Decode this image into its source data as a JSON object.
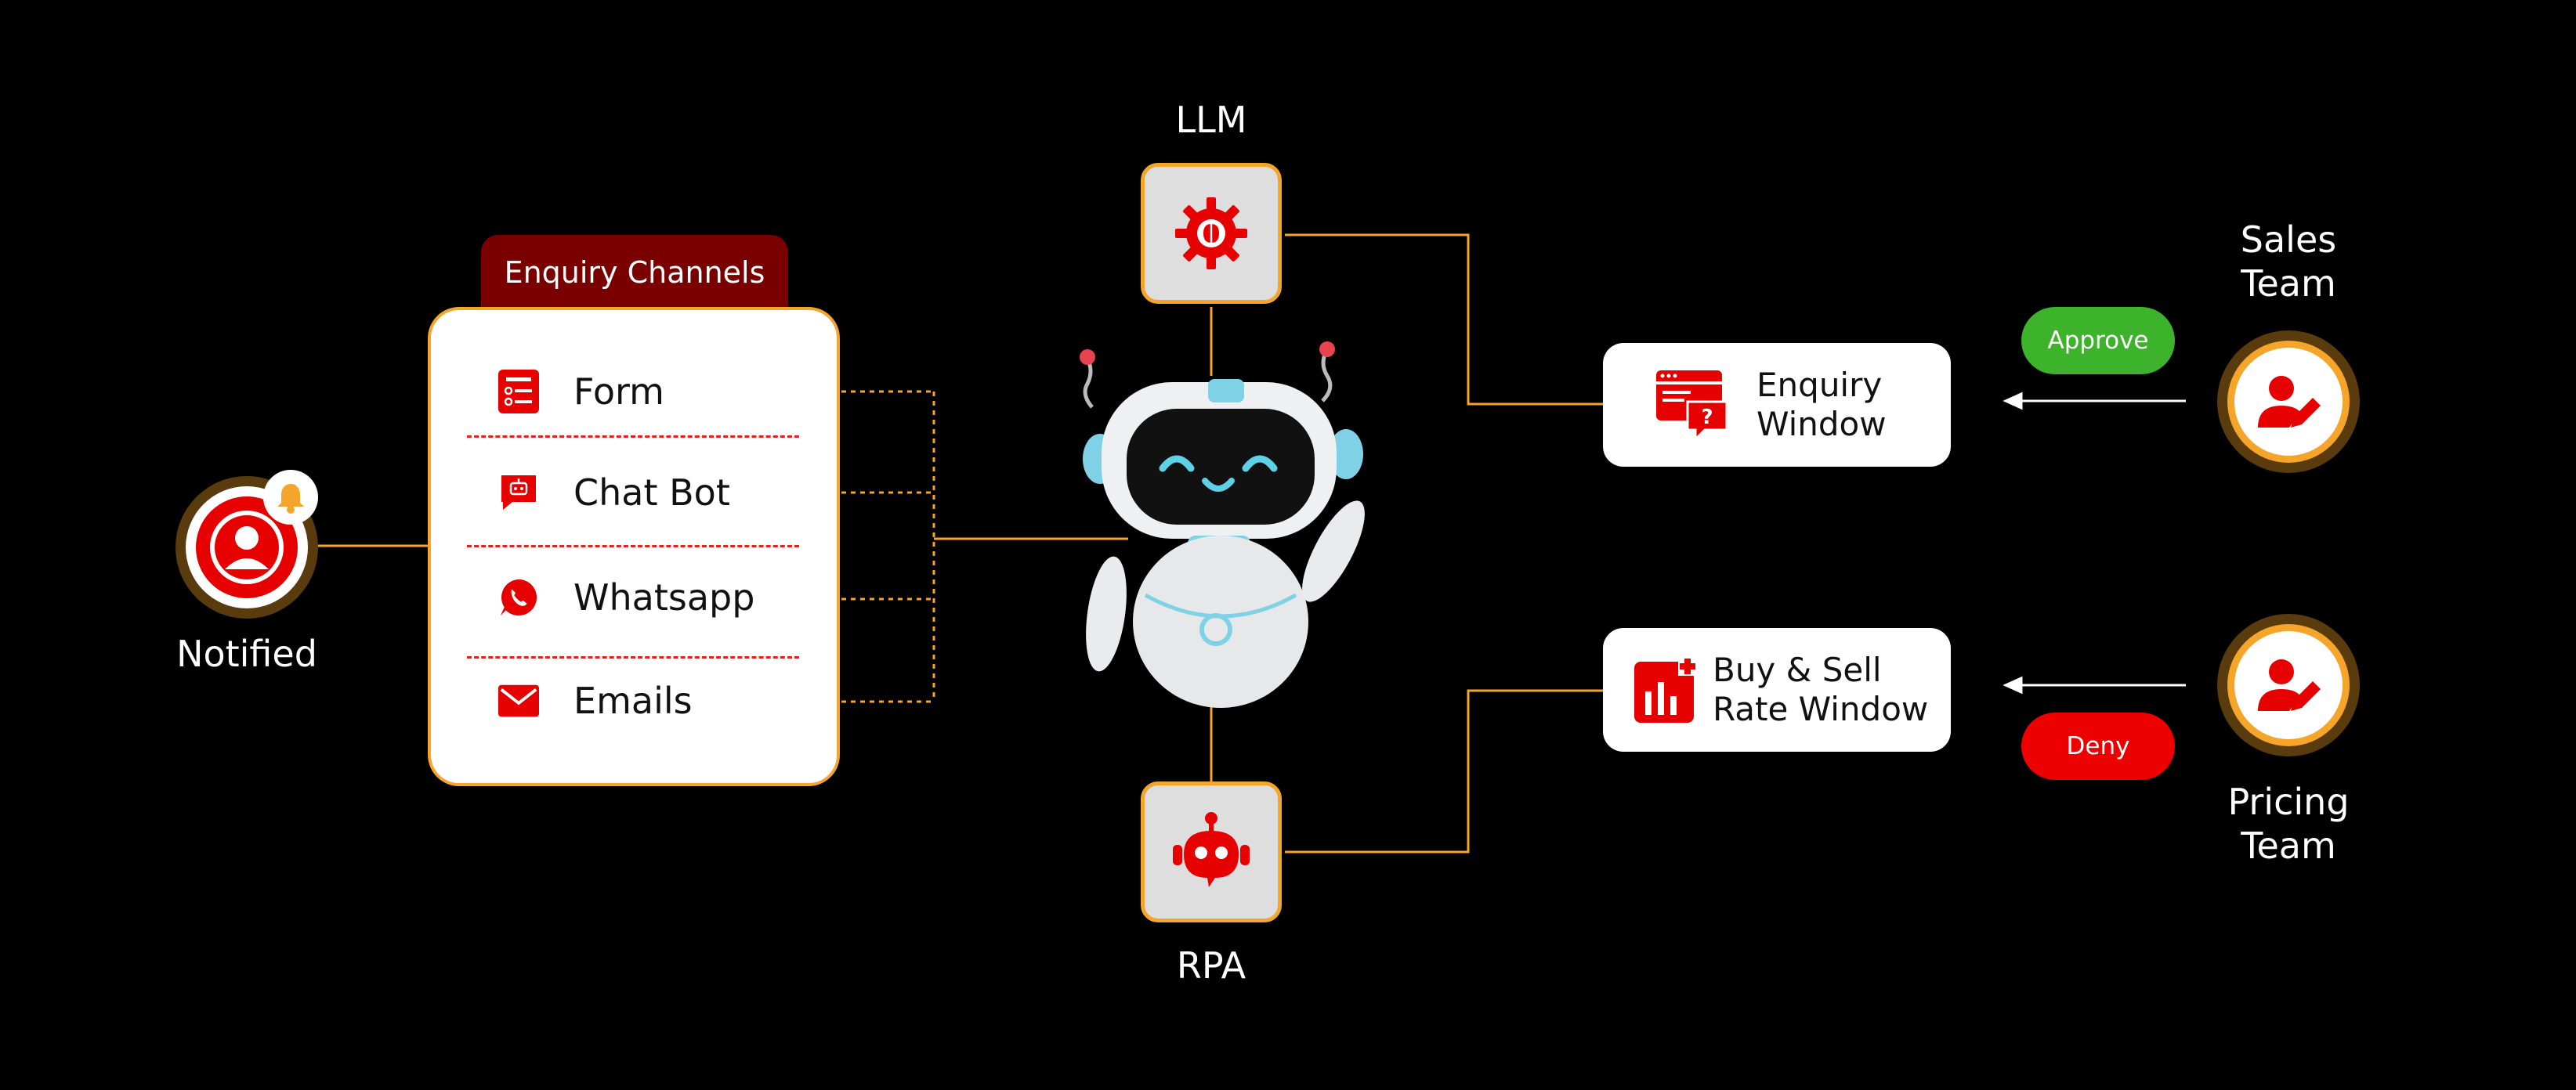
{
  "notified": {
    "label": "Notified"
  },
  "channels": {
    "title": "Enquiry Channels",
    "items": [
      {
        "label": "Form",
        "icon": "form-icon"
      },
      {
        "label": "Chat Bot",
        "icon": "chat-bot-icon"
      },
      {
        "label": "Whatsapp",
        "icon": "whatsapp-icon"
      },
      {
        "label": "Emails",
        "icon": "email-icon"
      }
    ]
  },
  "llm": {
    "label": "LLM",
    "icon": "brain-gear-icon"
  },
  "rpa": {
    "label": "RPA",
    "icon": "bot-head-icon"
  },
  "robot": {
    "icon": "robot-mascot-icon"
  },
  "windows": {
    "enquiry": {
      "line1": "Enquiry",
      "line2": "Window",
      "icon": "enquiry-window-icon"
    },
    "rate": {
      "line1": "Buy & Sell",
      "line2": "Rate Window",
      "icon": "rate-chart-icon"
    }
  },
  "actions": {
    "approve": "Approve",
    "deny": "Deny"
  },
  "teams": {
    "sales": {
      "line1": "Sales",
      "line2": "Team",
      "icon": "user-edit-icon"
    },
    "pricing": {
      "line1": "Pricing",
      "line2": "Team",
      "icon": "user-edit-icon"
    }
  },
  "colors": {
    "accent_orange": "#f4a52a",
    "brand_red": "#e60000",
    "dark_red": "#7a0000",
    "approve_green": "#3db22b",
    "deny_red": "#ee0000",
    "background": "#000000"
  }
}
